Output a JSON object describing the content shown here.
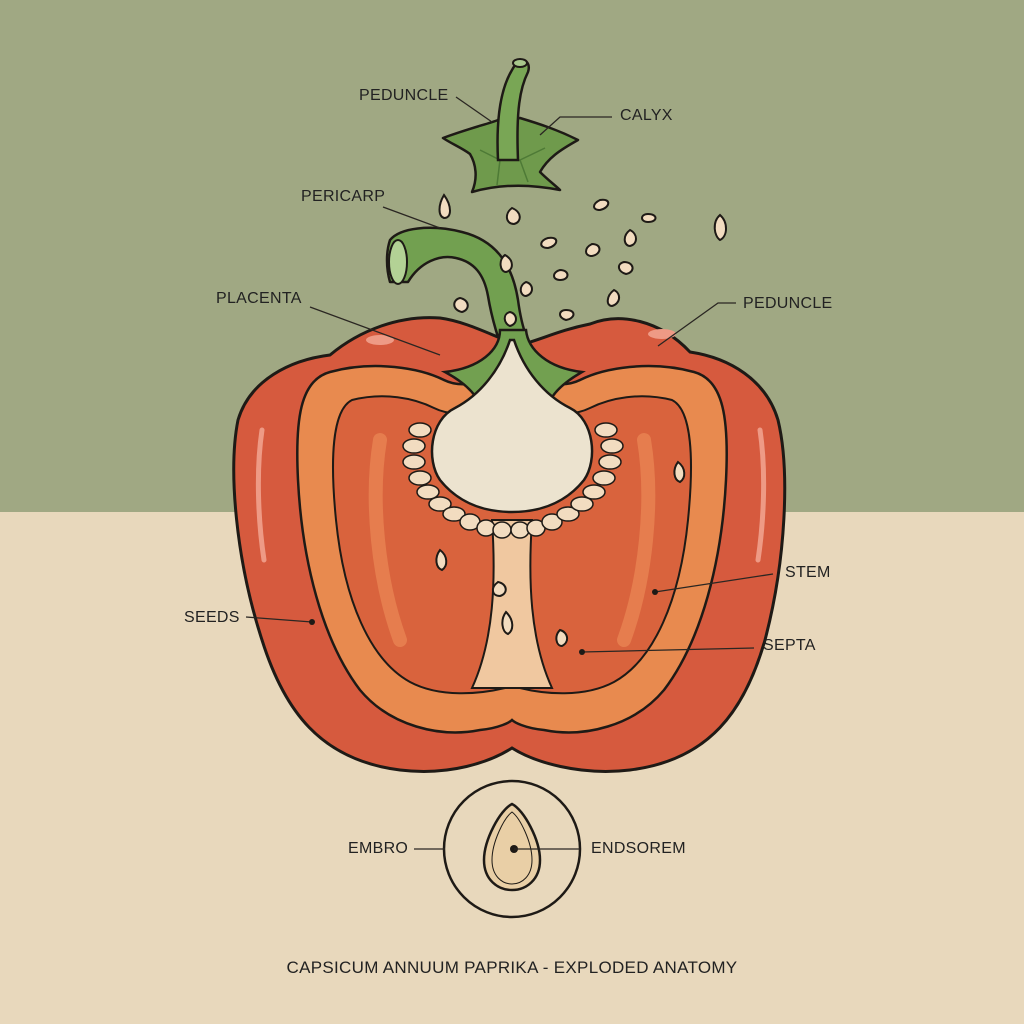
{
  "colors": {
    "background_top": "#a0a883",
    "background_bottom": "#e8d8bc",
    "pepper_skin": "#d65a3e",
    "pepper_skin_dark": "#b8432d",
    "pepper_flesh": "#e88a4f",
    "pepper_flesh_light": "#f0a868",
    "pepper_cavity": "#d9633d",
    "stem_green": "#6f9a4c",
    "stem_green_dark": "#4e7a36",
    "placenta_cream": "#ece3cf",
    "seed_cream": "#f2dcc0",
    "outline": "#1e1a16",
    "label_text": "#222222"
  },
  "labels": {
    "peduncle_top": "PEDUNCLE",
    "calyx": "CALYX",
    "pericarp": "PERICARP",
    "placenta": "PLACENTA",
    "peduncle_right": "PEDUNCLE",
    "seeds": "SEEDS",
    "stem": "STEM",
    "septa": "SEPTA",
    "embro": "EMBRO",
    "endsorem": "ENDSOREM"
  },
  "caption": "CAPSICUM ANNUUM PAPRIKA - EXPLODED ANATOMY"
}
